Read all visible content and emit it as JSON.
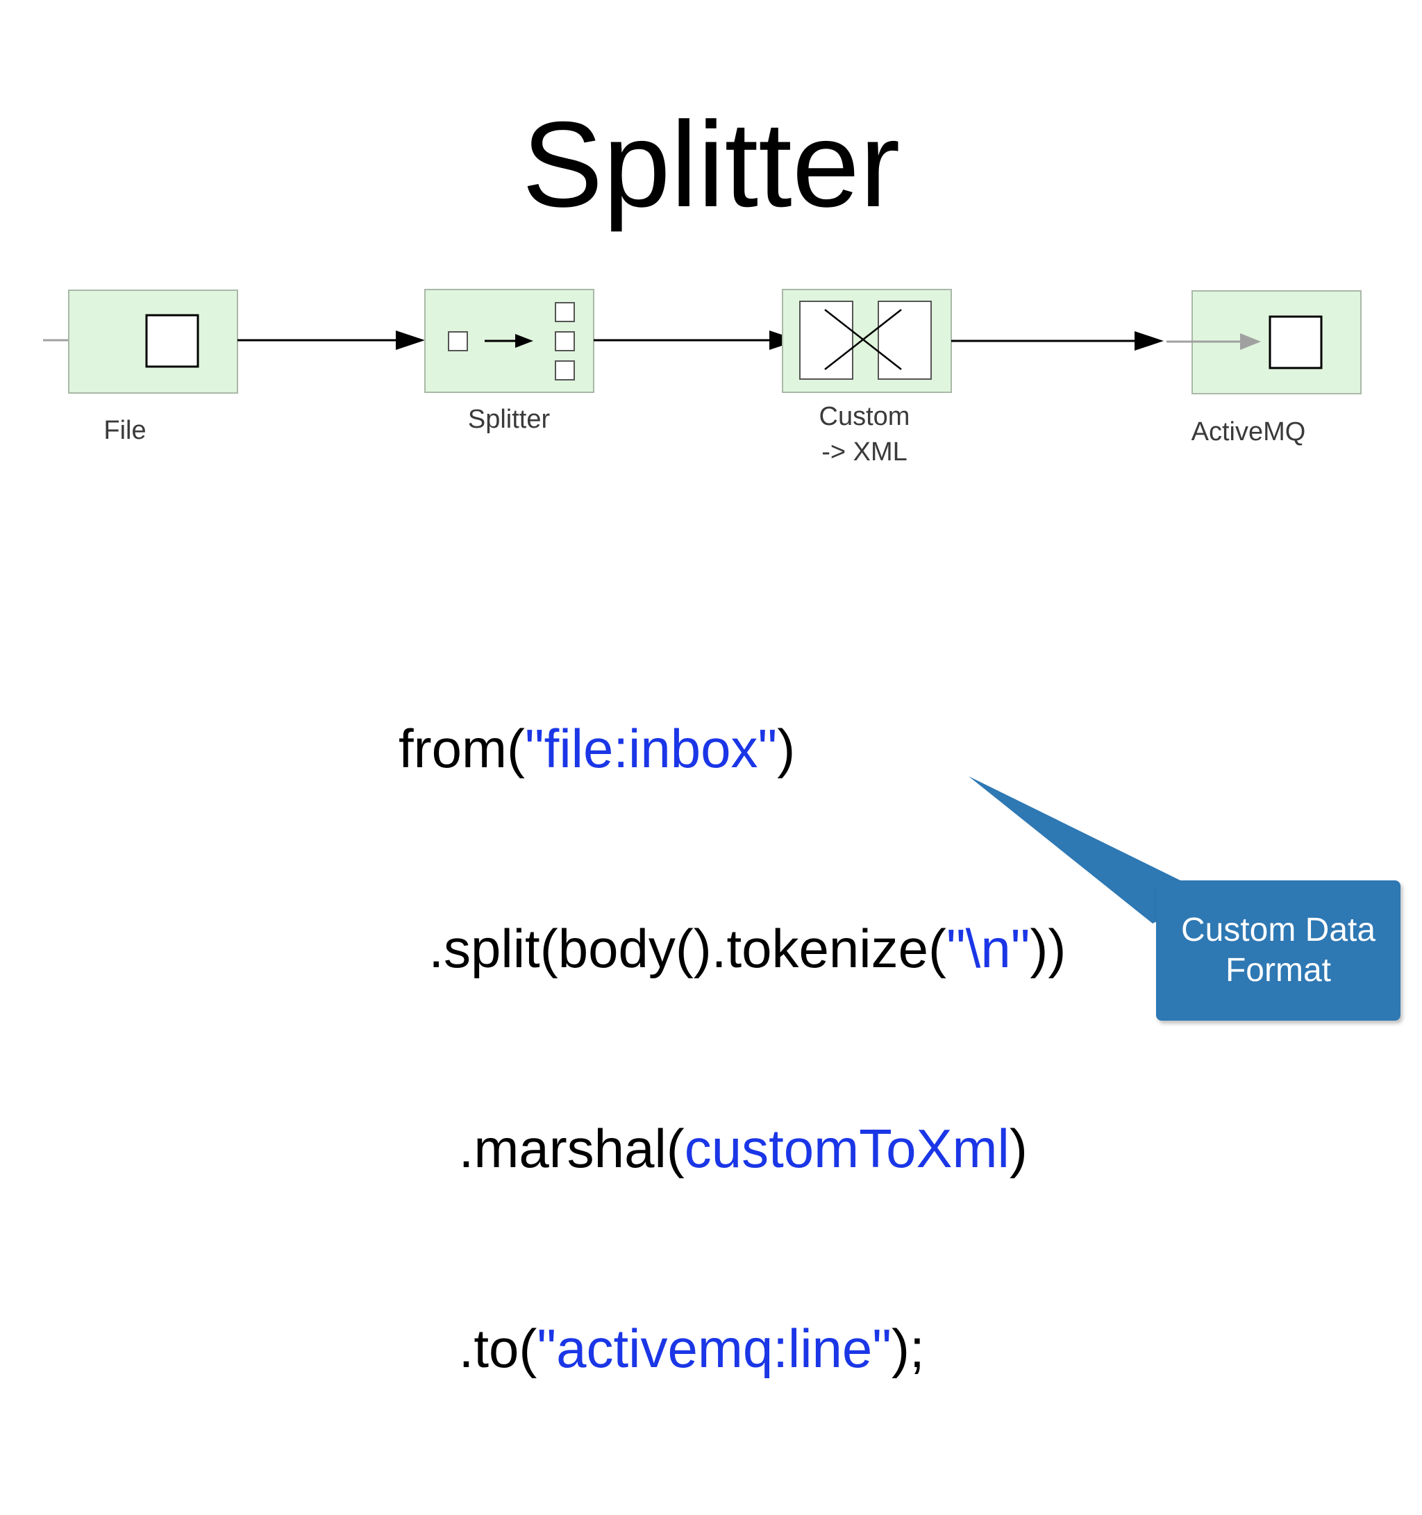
{
  "slide": {
    "title": "Splitter"
  },
  "diagram": {
    "nodes": [
      {
        "id": "file",
        "label_lines": [
          "File"
        ],
        "icon": "endpoint-icon"
      },
      {
        "id": "splitter",
        "label_lines": [
          "Splitter"
        ],
        "icon": "splitter-icon"
      },
      {
        "id": "custom",
        "label_lines": [
          "Custom",
          "-> XML"
        ],
        "icon": "translator-icon"
      },
      {
        "id": "activemq",
        "label_lines": [
          "ActiveMQ"
        ],
        "icon": "endpoint-icon"
      }
    ],
    "colors": {
      "node_fill": "#dff5dd",
      "node_stroke": "#a9b8a7",
      "arrow": "#000000",
      "in_arrow": "#a0a0a0",
      "label": "#3a3a3a"
    }
  },
  "code": {
    "lines": [
      {
        "parts": [
          {
            "t": "from(",
            "s": false
          },
          {
            "t": "\"file:inbox\"",
            "s": true
          },
          {
            "t": ")",
            "s": false
          }
        ]
      },
      {
        "parts": [
          {
            "t": "  .split(body().tokenize(",
            "s": false
          },
          {
            "t": "\"\\n\"",
            "s": true
          },
          {
            "t": "))",
            "s": false
          }
        ]
      },
      {
        "parts": [
          {
            "t": "    .marshal(",
            "s": false
          },
          {
            "t": "customToXml",
            "s": true
          },
          {
            "t": ")",
            "s": false
          }
        ]
      },
      {
        "parts": [
          {
            "t": "    .to(",
            "s": false
          },
          {
            "t": "\"activemq:line\"",
            "s": true
          },
          {
            "t": ");",
            "s": false
          }
        ]
      }
    ],
    "colors": {
      "text": "#000000",
      "highlight": "#1a36e6"
    }
  },
  "callout": {
    "line1": "Custom Data",
    "line2": "Format",
    "color": "#2e78b3"
  }
}
